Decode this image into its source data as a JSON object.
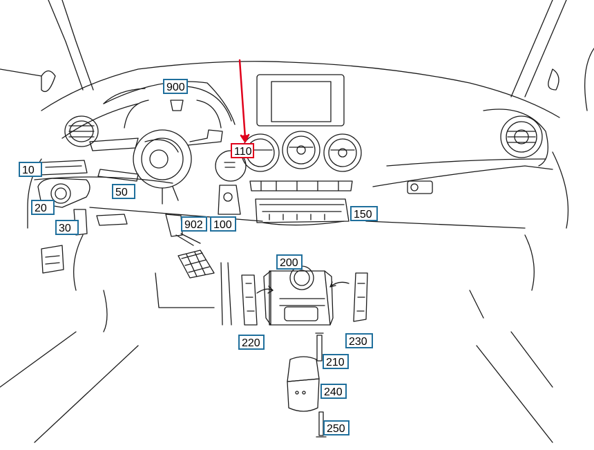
{
  "diagram": {
    "highlight_color": "#e0001b",
    "label_border_color": "#1f6f9c",
    "line_color": "#1a1a1a",
    "highlighted_part": "110",
    "parts": [
      {
        "id": "900",
        "label": "900"
      },
      {
        "id": "110",
        "label": "110",
        "highlighted": true
      },
      {
        "id": "10",
        "label": "10"
      },
      {
        "id": "50",
        "label": "50"
      },
      {
        "id": "20",
        "label": "20"
      },
      {
        "id": "30",
        "label": "30"
      },
      {
        "id": "902",
        "label": "902"
      },
      {
        "id": "100",
        "label": "100"
      },
      {
        "id": "150",
        "label": "150"
      },
      {
        "id": "200",
        "label": "200"
      },
      {
        "id": "220",
        "label": "220"
      },
      {
        "id": "230",
        "label": "230"
      },
      {
        "id": "210",
        "label": "210"
      },
      {
        "id": "240",
        "label": "240"
      },
      {
        "id": "250",
        "label": "250"
      }
    ]
  }
}
